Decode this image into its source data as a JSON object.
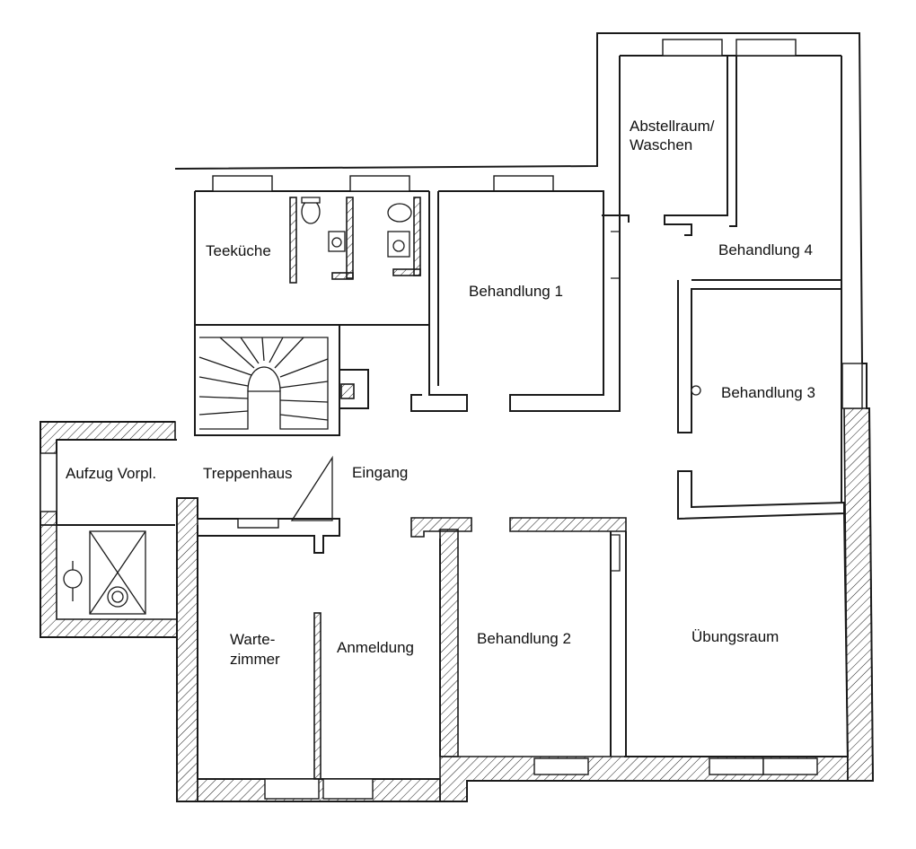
{
  "rooms": {
    "abstellraum": [
      "Abstellraum/",
      "Waschen"
    ],
    "teekueche": "Teeküche",
    "behandlung1": "Behandlung 1",
    "behandlung4": "Behandlung 4",
    "behandlung3": "Behandlung 3",
    "aufzug": "Aufzug Vorpl.",
    "treppenhaus": "Treppenhaus",
    "eingang": "Eingang",
    "wartezimmer": [
      "Warte-",
      "zimmer"
    ],
    "anmeldung": "Anmeldung",
    "behandlung2": "Behandlung 2",
    "uebungsraum": "Übungsraum"
  },
  "colors": {
    "line": "#1a1a1a",
    "background": "#ffffff"
  }
}
